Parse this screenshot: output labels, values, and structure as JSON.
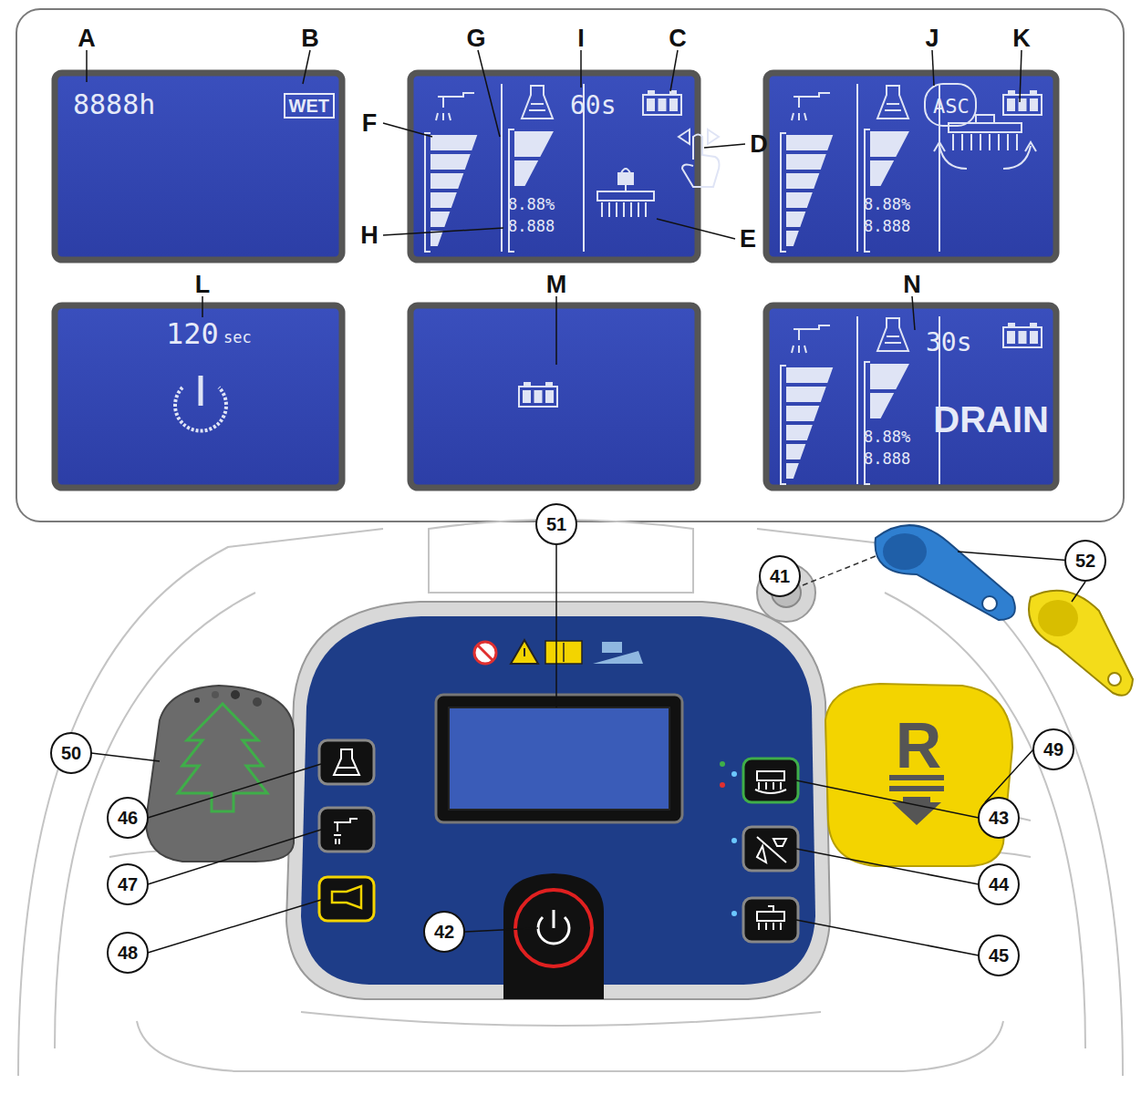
{
  "diagram": {
    "nodes": [
      {
        "text": [
          "8888h",
          "WET"
        ]
      },
      {
        "text": [
          "60s",
          "8.88%",
          "8.888"
        ]
      },
      {
        "text": [
          "ASC",
          "8.88%",
          "8.888"
        ]
      },
      {
        "text": [
          "120",
          "sec"
        ]
      },
      {
        "text": [
          "30s",
          "8.88%",
          "8.888",
          "DRAIN"
        ]
      },
      {
        "text": [
          "51"
        ]
      },
      {
        "text": [
          "41"
        ]
      },
      {
        "text": [
          "52"
        ]
      },
      {
        "text": [
          "50"
        ]
      },
      {
        "text": [
          "46"
        ]
      },
      {
        "text": [
          "43"
        ]
      },
      {
        "text": [
          "49"
        ]
      },
      {
        "text": [
          "47"
        ]
      },
      {
        "text": [
          "44"
        ]
      },
      {
        "text": [
          "48"
        ]
      },
      {
        "text": [
          "42"
        ]
      },
      {
        "text": [
          "45"
        ]
      }
    ],
    "labels": [
      "A",
      "B",
      "G",
      "I",
      "C",
      "F",
      "D",
      "H",
      "E",
      "J",
      "K",
      "L",
      "M",
      "N",
      "R"
    ]
  }
}
